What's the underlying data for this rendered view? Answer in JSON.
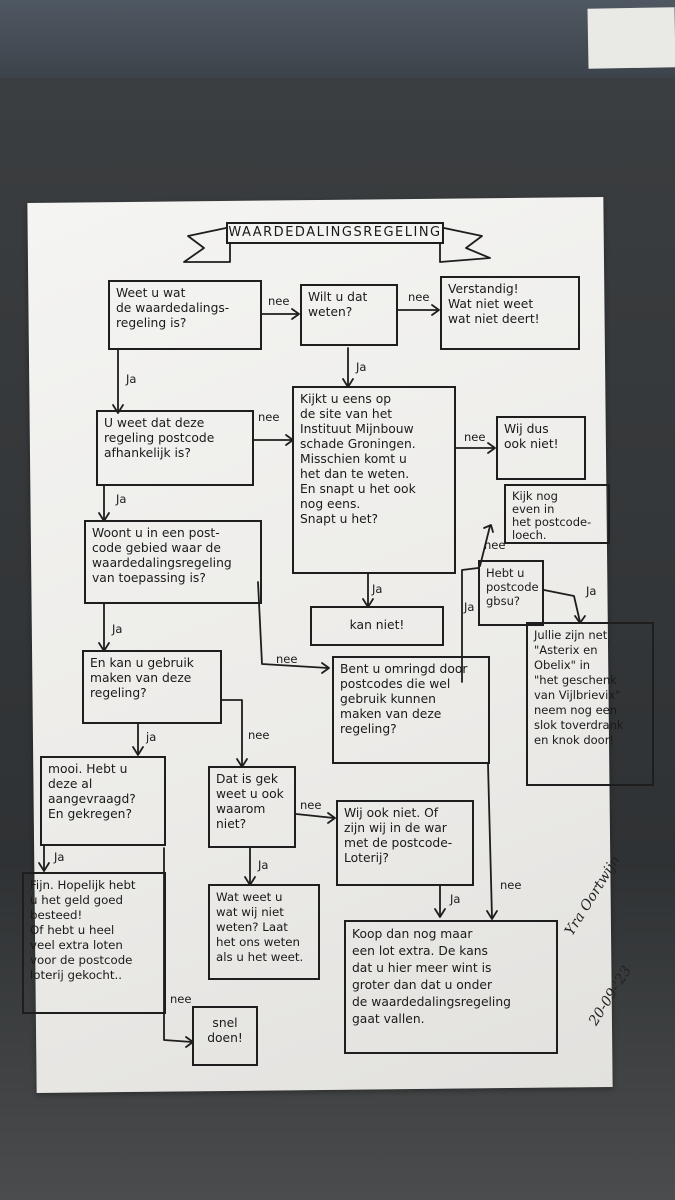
{
  "title": "WAARDEDALINGSREGELING",
  "boxes": {
    "q_know": "Weet u wat\nde waardedalings-\nregeling is?",
    "q_want": "Wilt u dat\nweten?",
    "a_sensible": "Verstandig!\nWat niet weet\nwat niet deert!",
    "q_postcode_dependent": "U weet dat deze\nregeling postcode\nafhankelijk is?",
    "a_look_site": "Kijkt u eens op\nde site van het\nInstituut Mijnbouw\nschade Groningen.\nMisschien komt u\nhet dan te weten.\nEn snapt u het ook\nnog eens.\nSnapt u het?",
    "a_we_neither": "Wij dus\nook niet!",
    "a_look_again": "Kijk nog\neven in\nhet postcode-\nloech.",
    "q_live_area": "Woont u in een post-\ncode gebied waar de\nwaardedalingsregeling\nvan toepassing is?",
    "q_postcode_gbsu": "Hebt u\npostcode\ngbsu?",
    "a_cannot": "kan niet!",
    "q_can_use": "En kan u gebruik\nmaken van deze\nregeling?",
    "q_surrounded": "Bent u omringd door\npostcodes die wel\ngebruik kunnen\nmaken van deze\nregeling?",
    "a_asterix": "Jullie zijn net\n\"Asterix en\nObelix\" in\n\"het geschenk\nvan Vijlbrievix\"\nneem nog een\nslok toverdrank\nen knok door!",
    "q_applied": "mooi. Hebt u\ndeze al\naangevraagd?\nEn gekregen?",
    "q_weird": "Dat is gek\nweet u ook\nwaarom\nniet?",
    "q_we_neither_war": "Wij ook niet. Of\nzijn wij in de war\nmet de postcode-\nLoterij?",
    "a_fine_hope": "Fijn. Hopelijk hebt\nu het geld goed\nbesteed!\nOf hebt u heel\nveel extra loten\nvoor de postcode\nloterij gekocht..",
    "a_what_you_know": "Wat weet u\nwat wij niet\nweten? Laat\nhet ons weten\nals u het weet.",
    "a_buy_lot": "Koop dan nog maar\neen lot extra. De kans\ndat u hier meer wint is\ngroter dan dat u onder\nde waardedalingsregeling\ngaat vallen.",
    "a_quick": "snel\ndoen!"
  },
  "labels": {
    "nee": "nee",
    "ja_cap": "Ja",
    "ja_low": "ja"
  },
  "signature": {
    "name": "Yra Oortwijn",
    "date": "20-09-'23"
  },
  "colors": {
    "ink": "#1a1a1a",
    "paper": "#f4f4f2",
    "desk": "#3a3d3f"
  }
}
